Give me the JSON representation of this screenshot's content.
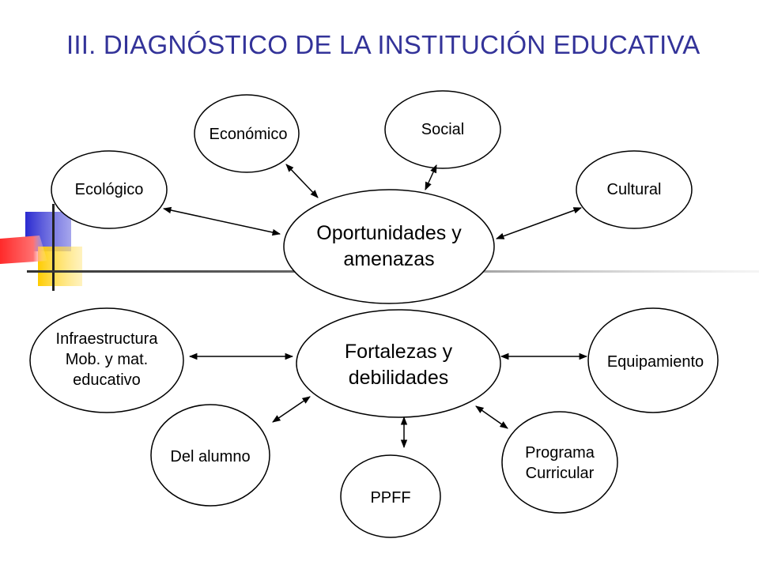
{
  "title": "III. DIAGNÓSTICO DE LA INSTITUCIÓN EDUCATIVA",
  "colors": {
    "title": "#333399",
    "blue": "#3333CC",
    "yellow": "#FFCC00",
    "red": "#FF3333"
  },
  "nodes": {
    "oportunidades": "Oportunidades y\namenazas",
    "fortalezas": "Fortalezas y\ndebilidades",
    "economico": "Económico",
    "social": "Social",
    "ecologico": "Ecológico",
    "cultural": "Cultural",
    "infraestructura": "Infraestructura\nMob. y mat.\neducativo",
    "equipamiento": "Equipamiento",
    "alumno": "Del alumno",
    "ppff": "PPFF",
    "programa": "Programa\nCurricular"
  }
}
